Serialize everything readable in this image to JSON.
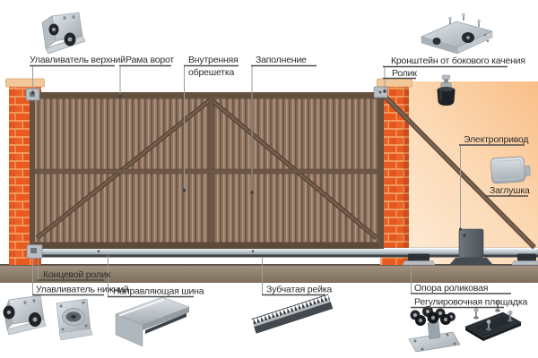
{
  "labels": {
    "upper_catcher": "Улавливатель верхний",
    "gate_frame": "Рама ворот",
    "inner_lathing": [
      "Внутренняя",
      "обрешетка"
    ],
    "infill": "Заполнение",
    "anti_sway_bracket": "Кронштейн от бокового качения",
    "roller": "Ролик",
    "electric_drive": "Электропривод",
    "end_cap": "Заглушка",
    "end_roller": "Концевой ролик",
    "lower_catcher": "Улавливатель нижний",
    "guide_rail": "Направляющая шина",
    "gear_rack": "Зубчатая рейка",
    "roller_support": "Опора роликовая",
    "adjustment_plate": "Регулировочная площадка"
  },
  "colors": {
    "brick": "#e85a20",
    "mortar": "#f6a668",
    "pillar_cap": "#f2c89b",
    "gate_panel": "#8d7260",
    "gate_frame": "#64503f",
    "right_background": "#f9be87",
    "guide_rail_steel": "#c6cfd5",
    "ground": "#8d7d6b",
    "label_text": "#2d2d2d",
    "leader_line": "#9b9b9b"
  }
}
